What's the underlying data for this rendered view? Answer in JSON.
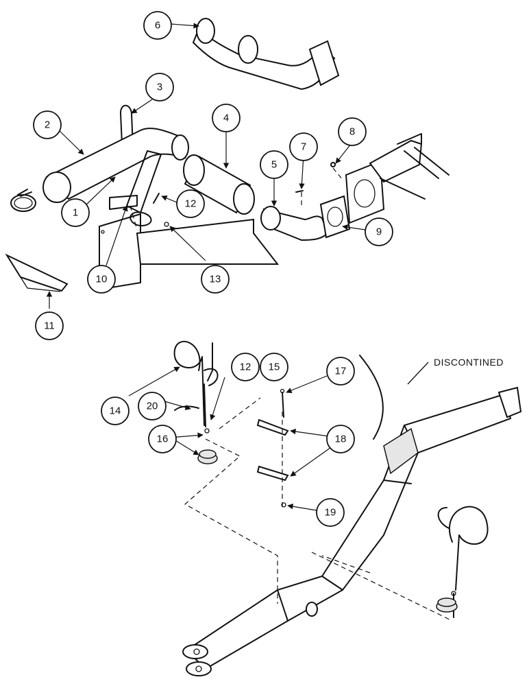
{
  "callouts": {
    "c1": "1",
    "c2": "2",
    "c3": "3",
    "c4": "4",
    "c5": "5",
    "c6": "6",
    "c7": "7",
    "c8": "8",
    "c9": "9",
    "c10": "10",
    "c11": "11",
    "c12a": "12",
    "c13": "13",
    "c14": "14",
    "c15": "15",
    "c12b": "12",
    "c16": "16",
    "c17": "17",
    "c18": "18",
    "c19": "19",
    "c20": "20"
  },
  "note": "DISCONTINED"
}
